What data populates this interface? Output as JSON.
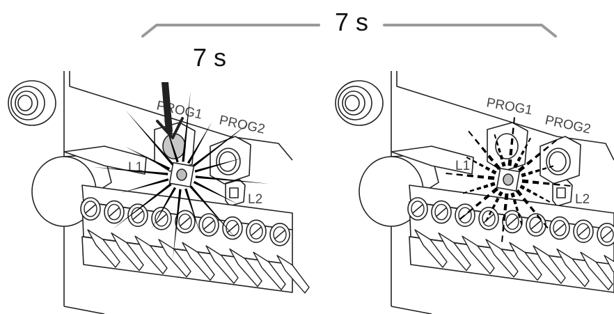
{
  "timing": {
    "overall": "7 s",
    "press": "7 s"
  },
  "left_panel": {
    "button_prog1": "PROG1",
    "button_prog2": "PROG2",
    "led_l1": "L1",
    "led_l2": "L2"
  },
  "right_panel": {
    "button_prog1": "PROG1",
    "button_prog2": "PROG2",
    "led_l1": "L1",
    "led_l2": "L2"
  },
  "colors": {
    "line": "#222222",
    "bracket": "#9a9a9a",
    "burst": "#000000"
  }
}
